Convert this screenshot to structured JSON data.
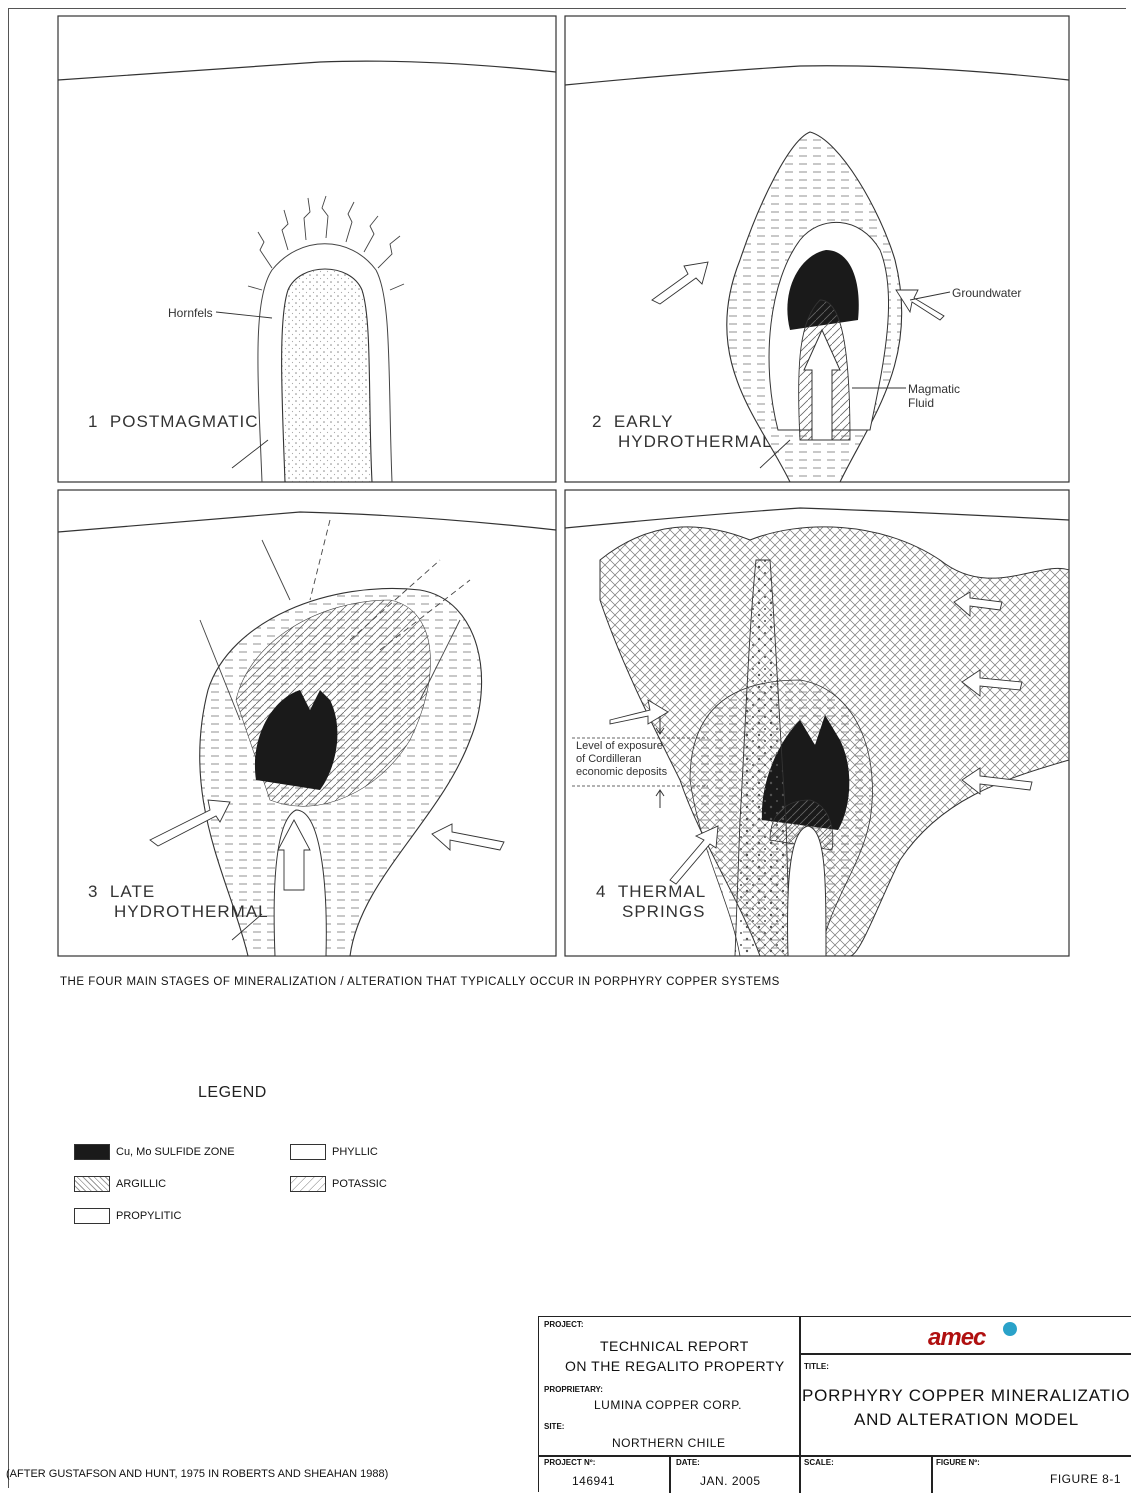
{
  "panels": [
    {
      "number": "1",
      "line1": "POSTMAGMATIC",
      "line2": ""
    },
    {
      "number": "2",
      "line1": "EARLY",
      "line2": "HYDROTHERMAL"
    },
    {
      "number": "3",
      "line1": "LATE",
      "line2": "HYDROTHERMAL"
    },
    {
      "number": "4",
      "line1": "THERMAL",
      "line2": "SPRINGS"
    }
  ],
  "annotations": {
    "hornfels": "Hornfels",
    "groundwater": "Groundwater",
    "magmatic_line1": "Magmatic",
    "magmatic_line2": "Fluid",
    "exposure_line1": "Level of exposure",
    "exposure_line2": "of Cordilleran",
    "exposure_line3": "economic deposits"
  },
  "caption": "THE FOUR MAIN STAGES OF MINERALIZATION / ALTERATION THAT TYPICALLY OCCUR IN PORPHYRY COPPER SYSTEMS",
  "legend": {
    "title": "LEGEND",
    "items": [
      {
        "label": "Cu, Mo SULFIDE ZONE",
        "pattern": "solid"
      },
      {
        "label": "ARGILLIC",
        "pattern": "crosshatch"
      },
      {
        "label": "PROPYLITIC",
        "pattern": "dash"
      },
      {
        "label": "PHYLLIC",
        "pattern": "blank"
      },
      {
        "label": "POTASSIC",
        "pattern": "diagonal"
      }
    ]
  },
  "credit": "(AFTER GUSTAFSON AND HUNT, 1975 IN ROBERTS AND SHEAHAN 1988)",
  "title_block": {
    "project_label": "PROJECT:",
    "project_line1": "TECHNICAL REPORT",
    "project_line2": "ON THE REGALITO PROPERTY",
    "proprietary_label": "PROPRIETARY:",
    "proprietary": "LUMINA COPPER CORP.",
    "site_label": "SITE:",
    "site": "NORTHERN CHILE",
    "project_no_label": "PROJECT Nº:",
    "project_no": "146941",
    "date_label": "DATE:",
    "date": "JAN. 2005",
    "scale_label": "SCALE:",
    "figure_no_label": "FIGURE Nº:",
    "figure_no": "FIGURE 8-1",
    "title_label": "TITLE:",
    "title_line1": "PORPHYRY COPPER MINERALIZATION",
    "title_line2": "AND ALTERATION MODEL",
    "logo": "amec"
  },
  "colors": {
    "sulfide": "#1a1a1a",
    "logo_red": "#b01010",
    "logo_blue": "#2aa2c9"
  }
}
